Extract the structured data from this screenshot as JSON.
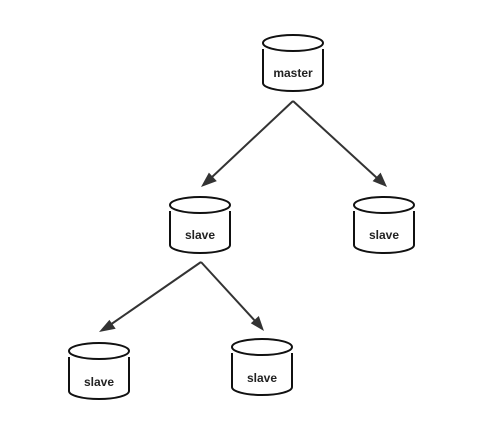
{
  "diagram": {
    "type": "tree",
    "nodes": [
      {
        "id": "n1",
        "label": "master",
        "shape": "database-cylinder-icon"
      },
      {
        "id": "n2",
        "label": "slave",
        "shape": "database-cylinder-icon"
      },
      {
        "id": "n3",
        "label": "slave",
        "shape": "database-cylinder-icon"
      },
      {
        "id": "n4",
        "label": "slave",
        "shape": "database-cylinder-icon"
      },
      {
        "id": "n5",
        "label": "slave",
        "shape": "database-cylinder-icon"
      }
    ],
    "edges": [
      {
        "from": "n1",
        "to": "n2"
      },
      {
        "from": "n1",
        "to": "n3"
      },
      {
        "from": "n2",
        "to": "n4"
      },
      {
        "from": "n2",
        "to": "n5"
      }
    ],
    "colors": {
      "stroke": "#111111",
      "arrow": "#333333",
      "background": "#ffffff"
    }
  }
}
